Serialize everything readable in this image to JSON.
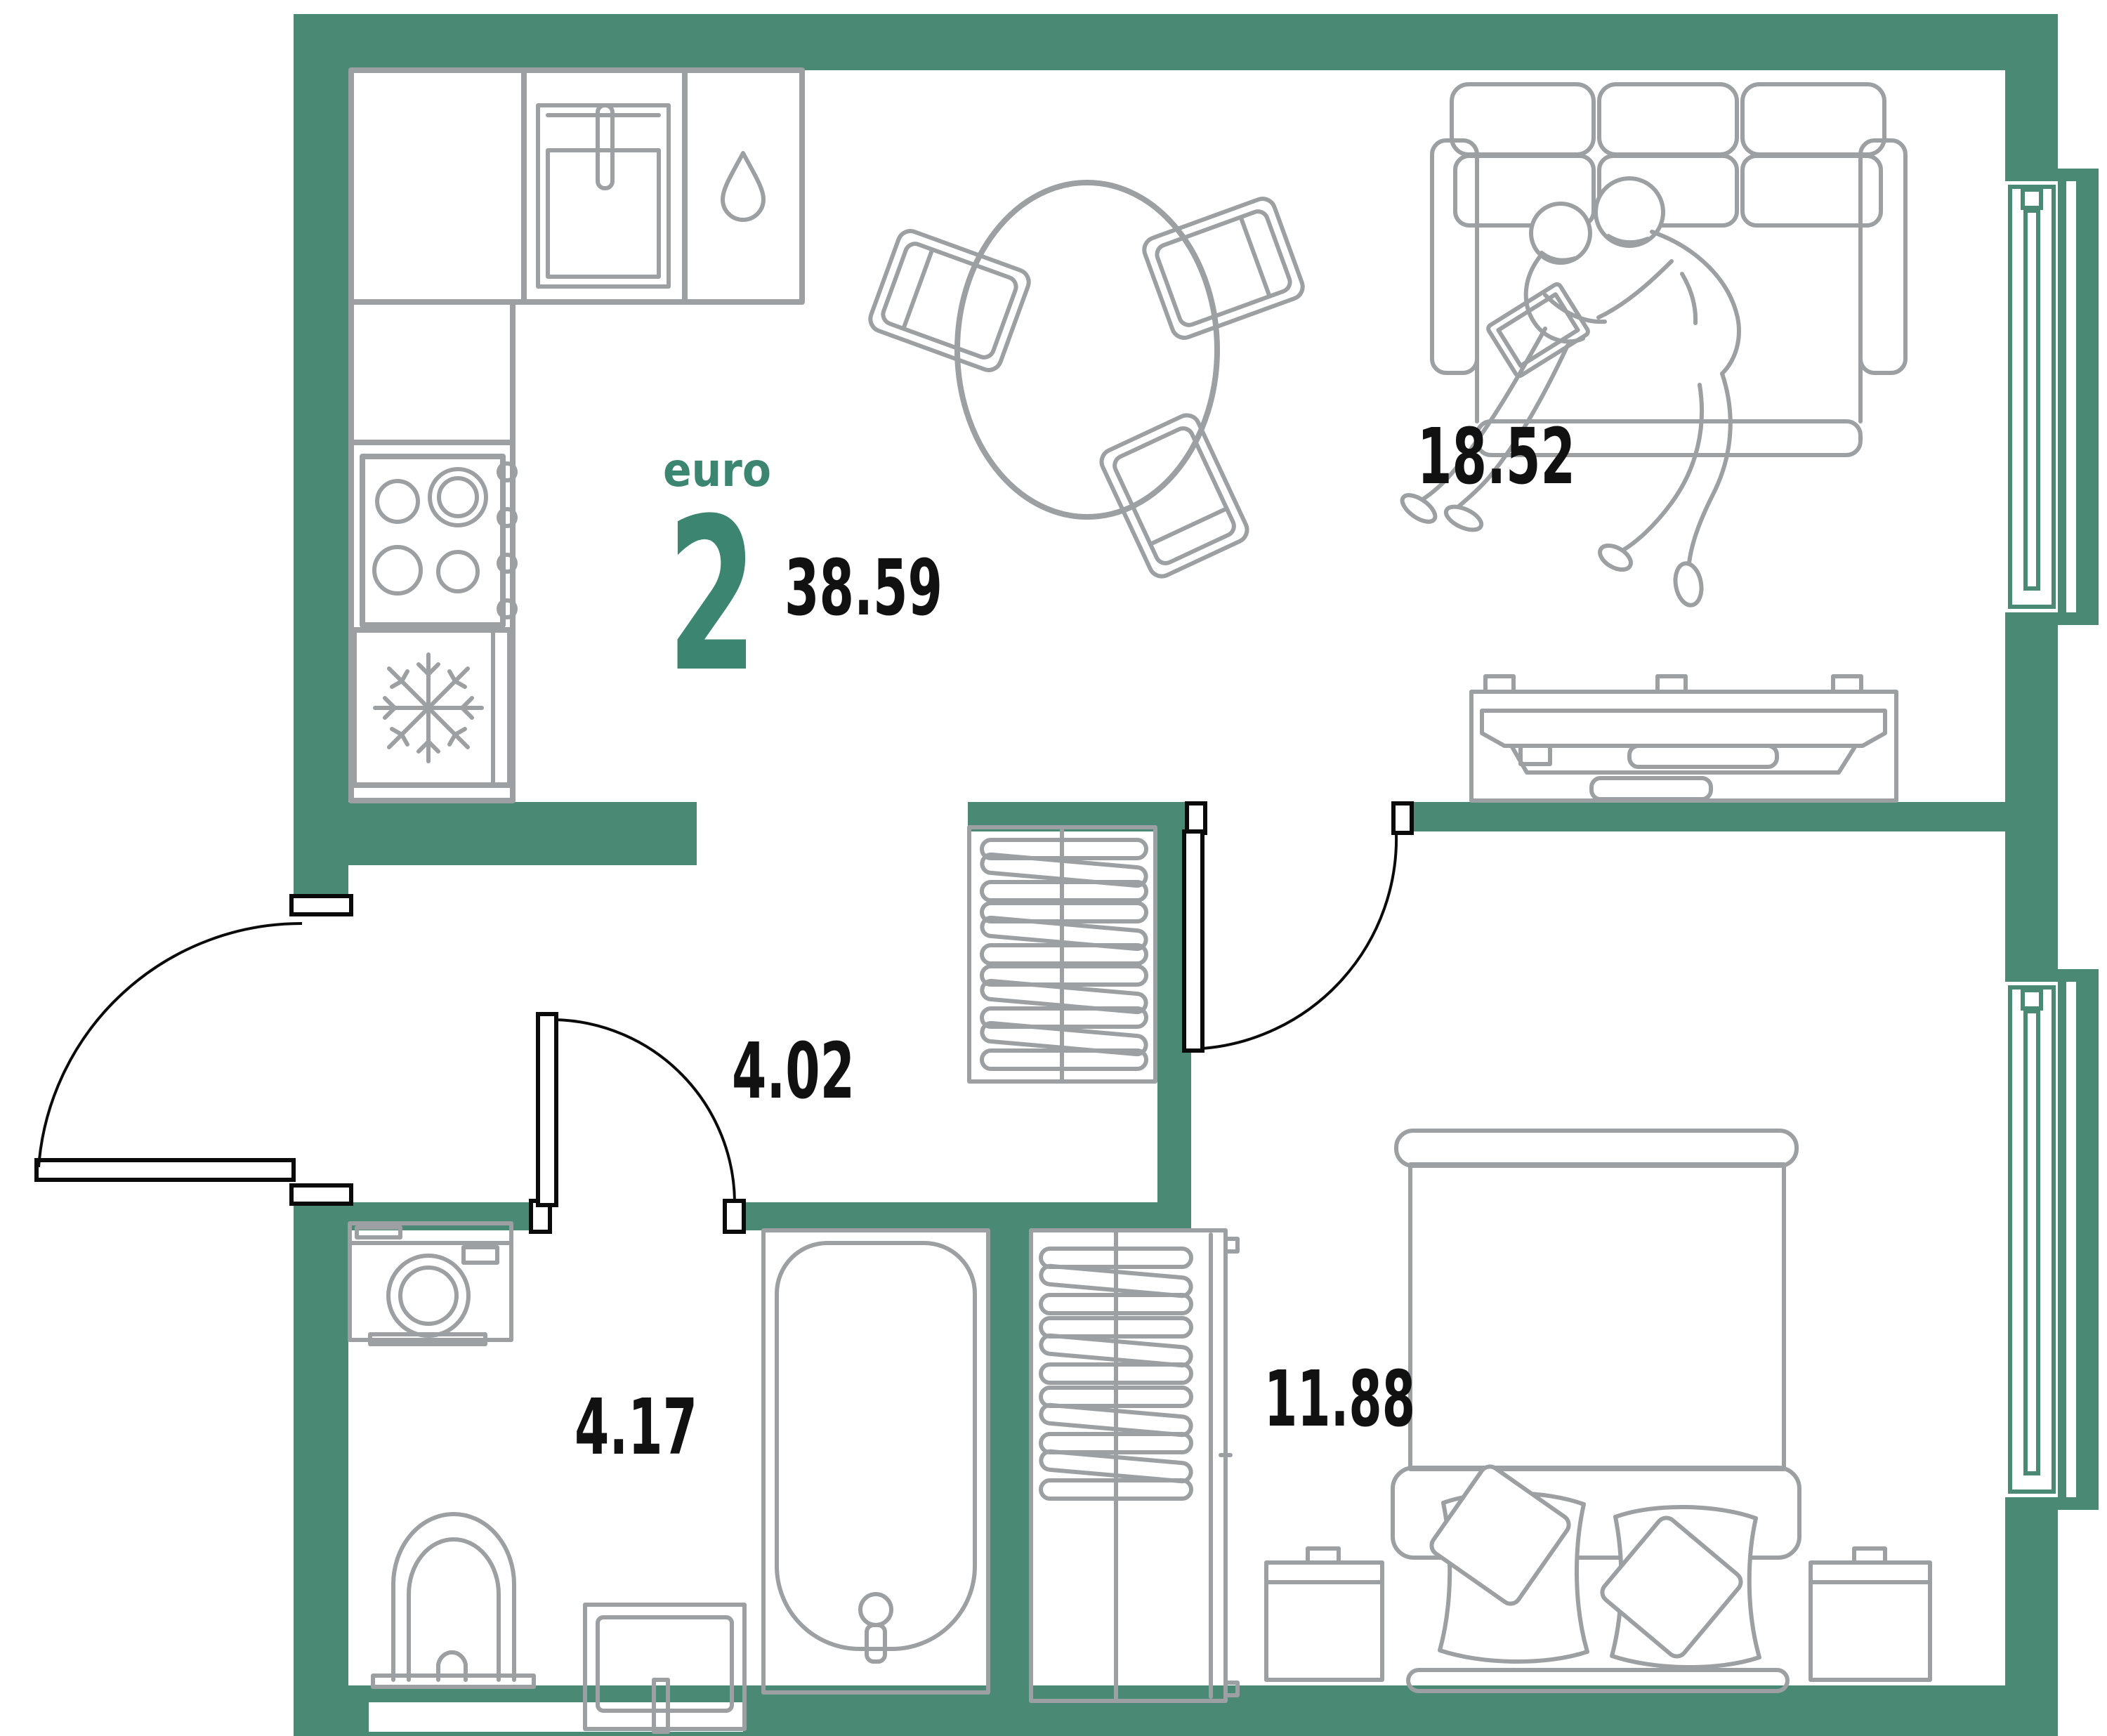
{
  "plan": {
    "layout_type": "euro",
    "rooms_count": "2",
    "total_area": "38.59",
    "rooms": {
      "living_kitchen": {
        "area": "18.52"
      },
      "hallway": {
        "area": "4.02"
      },
      "bathroom": {
        "area": "4.17"
      },
      "bedroom": {
        "area": "11.88"
      }
    },
    "colors": {
      "wall": "#4a8a75",
      "accent": "#3c8671",
      "furniture": "#9ca0a3",
      "label": "#111111"
    },
    "icons": {
      "fridge": "snowflake-icon",
      "kitchen_sink": "droplet-icon"
    }
  }
}
